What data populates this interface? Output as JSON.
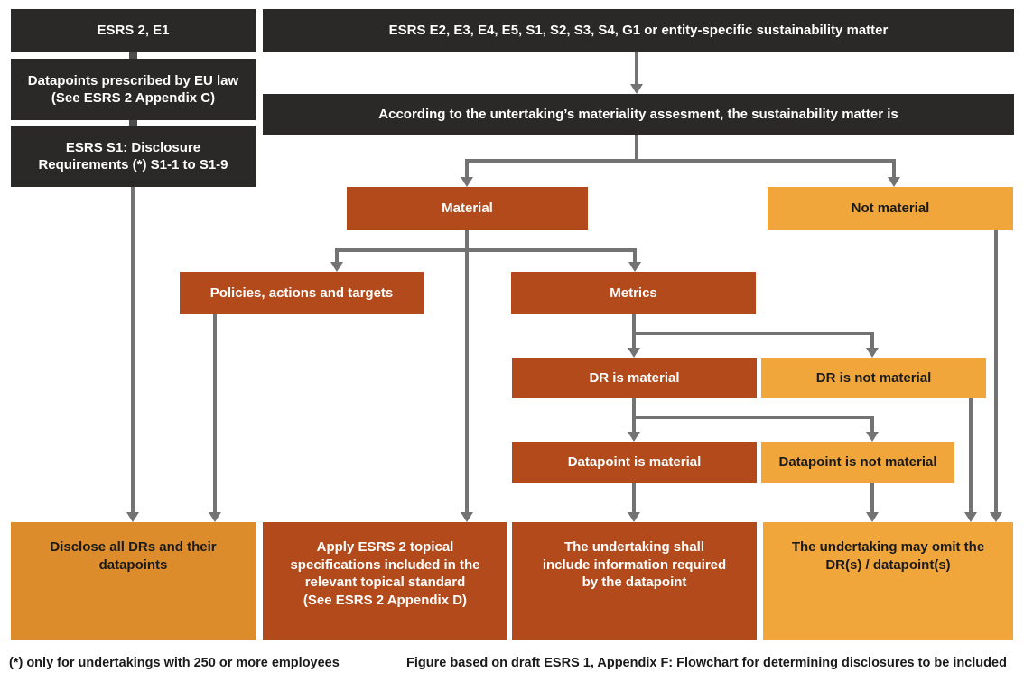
{
  "palette": {
    "dark_box": "#2A2928",
    "red_box": "#B24A1B",
    "amber_box": "#F1A63C",
    "orange_box": "#DC8C2B",
    "connector_gray": "#737373",
    "stub_gray": "#4D4D4D",
    "text_on_dark": "#ffffff",
    "text_on_amber": "#1A1A1A"
  },
  "nodes": {
    "esrs2_e1": {
      "label": "ESRS 2, E1"
    },
    "datapoints_eu_law": {
      "label": "Datapoints prescribed by EU law\n(See ESRS 2 Appendix C)"
    },
    "esrs_s1_dr": {
      "label": "ESRS S1: Disclosure\nRequirements (*) S1-1 to S1-9"
    },
    "esrs_topics": {
      "label": "ESRS E2, E3, E4, E5, S1, S2, S3, S4, G1 or entity-specific sustainability matter"
    },
    "materiality_assessment": {
      "label": "According to the untertaking’s materiality assesment, the sustainability matter is"
    },
    "material": {
      "label": "Material"
    },
    "not_material": {
      "label": "Not material"
    },
    "policies_actions_targets": {
      "label": "Policies, actions and targets"
    },
    "metrics": {
      "label": "Metrics"
    },
    "dr_is_material": {
      "label": "DR is material"
    },
    "dr_is_not_material": {
      "label": "DR is not material"
    },
    "datapoint_is_material": {
      "label": "Datapoint is material"
    },
    "datapoint_is_not_material": {
      "label": "Datapoint is not material"
    },
    "disclose_all_drs": {
      "label": "Disclose all DRs and their\ndatapoints"
    },
    "apply_esrs2_topical": {
      "label": "Apply ESRS 2 topical\nspecifications included in the\nrelevant topical standard\n(See ESRS 2 Appendix D)"
    },
    "undertaking_shall_include": {
      "label": "The undertaking shall\ninclude information required\nby the datapoint"
    },
    "undertaking_may_omit": {
      "label": "The undertaking may omit the\nDR(s) / datapoint(s)"
    }
  },
  "footnotes": {
    "left": "(*) only for undertakings with 250 or more employees",
    "right": "Figure based on draft ESRS 1, Appendix F: Flowchart for determining disclosures to be included"
  }
}
